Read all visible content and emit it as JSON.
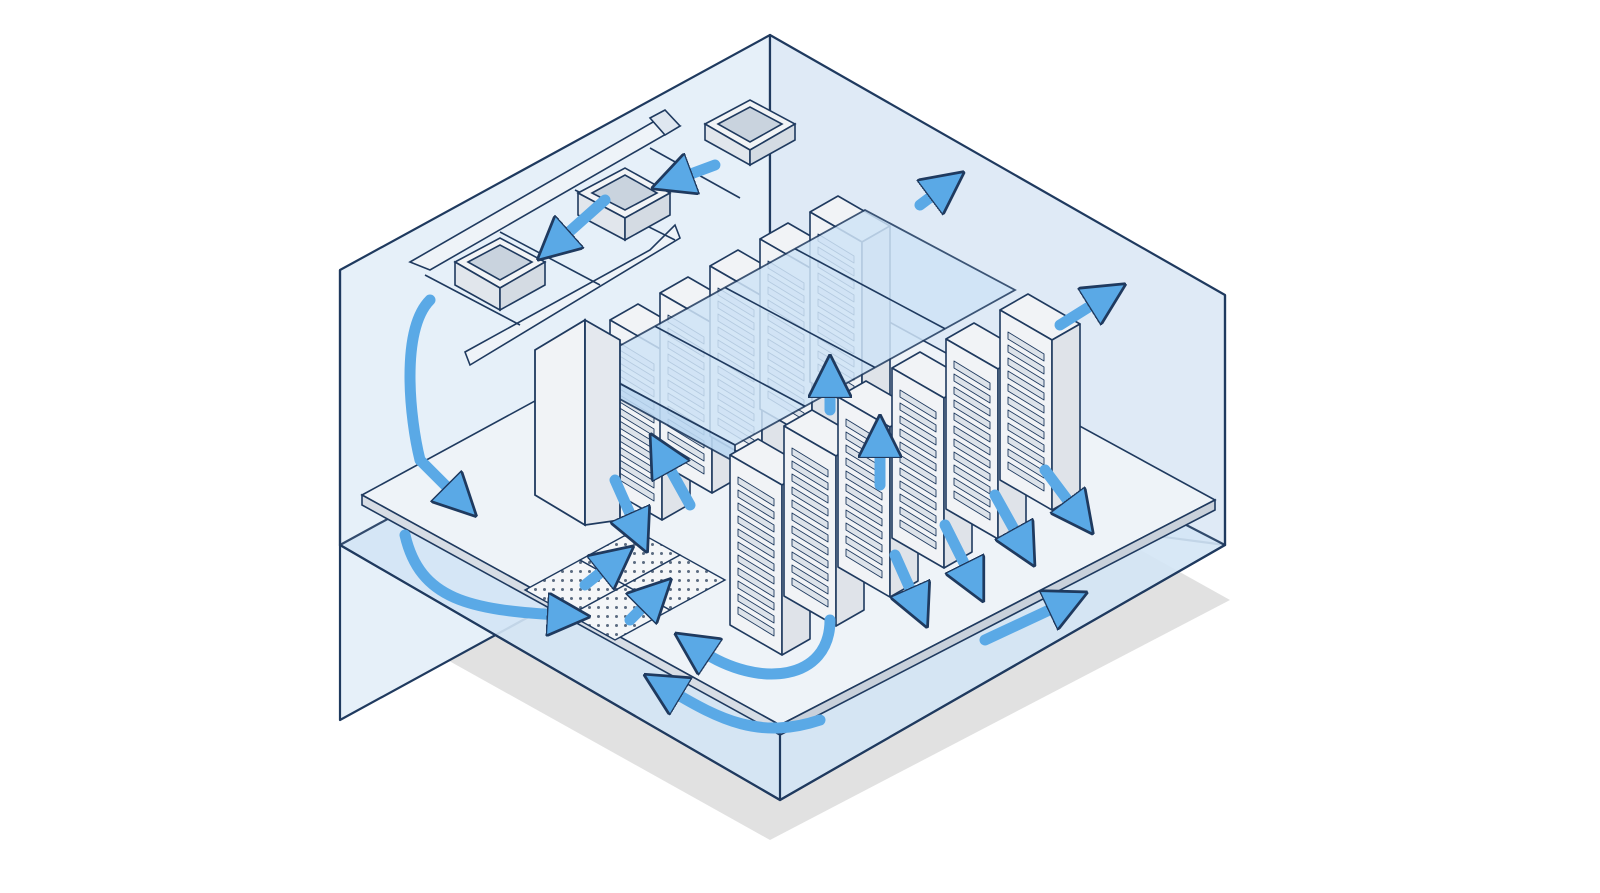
{
  "diagram": {
    "type": "isometric-illustration",
    "subject": "data-center-hot-aisle-cold-aisle-airflow",
    "colors": {
      "outline": "#1f3a5f",
      "room_fill": "#dbe9f6",
      "glass_fill": "#cfe4f7",
      "rack_fill": "#f1f3f6",
      "rack_side": "#dfe3e9",
      "airflow": "#5aa9e6",
      "floor_shadow": "#d9d9d9",
      "perforated_tile": "#f4f6f8"
    },
    "icons": {
      "cooling_unit": "crac-unit-icon",
      "server_rack": "server-rack-icon",
      "airflow_arrow": "airflow-arrow-icon",
      "perforated_tile": "perforated-floor-tile-icon"
    },
    "counts": {
      "ceiling_cooling_units": 3,
      "racks_front_row": 6,
      "racks_back_row": 5,
      "containment_roof_panels": 4,
      "perforated_floor_tiles": 4
    }
  }
}
